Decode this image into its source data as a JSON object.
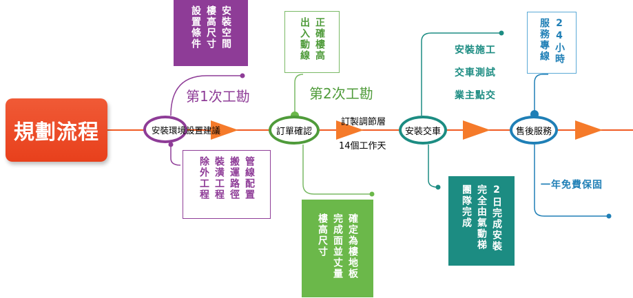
{
  "start": {
    "label": "規劃流程"
  },
  "stages": [
    {
      "label": "安裝環境設置建議",
      "color": "#8e3c97"
    },
    {
      "label": "訂單確認",
      "color": "#4f9b3a"
    },
    {
      "label": "安裝交車",
      "color": "#1c8c82"
    },
    {
      "label": "售後服務",
      "color": "#1f7fb6"
    }
  ],
  "flow_arrow_color": "#f05a22",
  "first_visit": {
    "title": "第1次工勘",
    "top_box": {
      "columns": [
        "安裝空間",
        "樓高尺寸",
        "設置條件"
      ]
    },
    "bottom_box": {
      "columns": [
        "管線配置",
        "搬運路徑",
        "裝潢工程",
        "除外工程"
      ]
    }
  },
  "second_visit": {
    "title": "第2次工勘",
    "top_box": {
      "columns": [
        "正確樓高",
        "出入動線"
      ]
    },
    "bottom_box": {
      "columns": [
        "確定為樓地板",
        "完成面並丈量",
        "樓高尺寸"
      ]
    }
  },
  "order_notes": {
    "line1": "訂製調節層",
    "line2": "14個工作天"
  },
  "installation": {
    "items": [
      "安裝施工",
      "交車測試",
      "業主點交"
    ],
    "box": {
      "columns": [
        "2日完成安裝",
        "完全由氣動梯",
        "團隊完成"
      ]
    }
  },
  "after_sales": {
    "box": {
      "columns": [
        "24小時",
        "服務專線"
      ]
    },
    "warranty": "一年免費保固"
  }
}
